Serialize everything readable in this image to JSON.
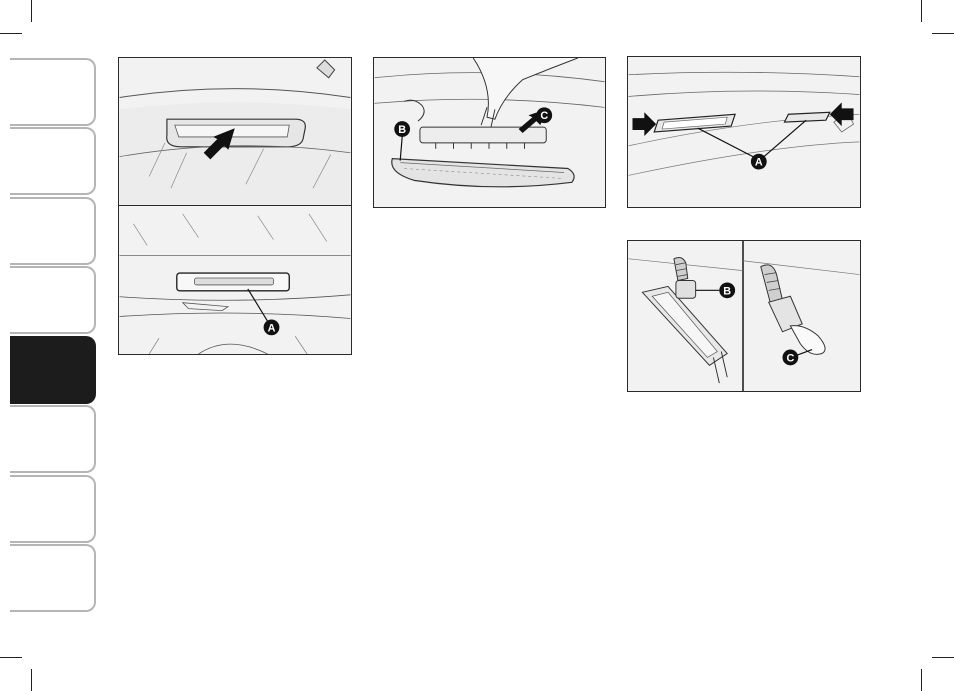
{
  "figures": {
    "fig1_bottom": {
      "callout_a": "A"
    },
    "fig2": {
      "callout_b": "B",
      "callout_c": "C"
    },
    "fig3": {
      "callout_a": "A"
    },
    "fig4": {
      "callout_b": "B",
      "callout_c": "C"
    }
  },
  "colors": {
    "active_tab": "#1c1c1c",
    "tab_border": "#b5b5b5",
    "figure_bg": "#f2f2f2",
    "line": "#2a2a2a"
  },
  "sidebar": {
    "tab_count": 8,
    "active_index": 4
  }
}
